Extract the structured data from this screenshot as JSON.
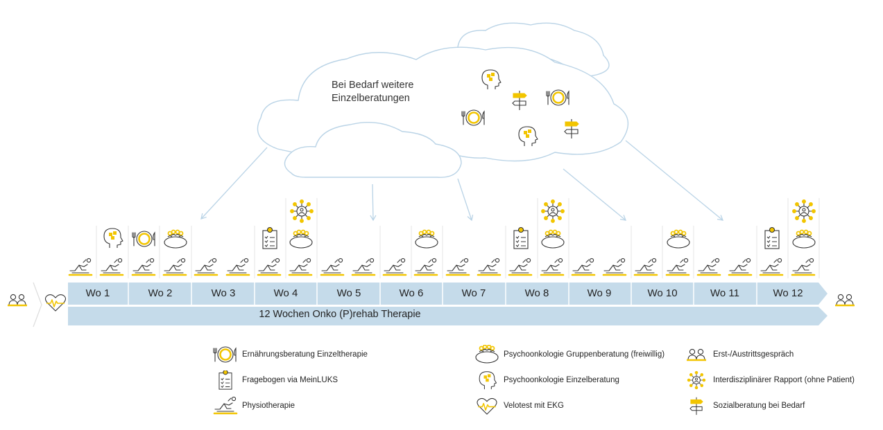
{
  "cloud_text": "Bei Bedarf weitere\nEinzelberatungen",
  "weeks": [
    "Wo 1",
    "Wo 2",
    "Wo 3",
    "Wo 4",
    "Wo 5",
    "Wo 6",
    "Wo 7",
    "Wo 8",
    "Wo 9",
    "Wo 10",
    "Wo 11",
    "Wo 12"
  ],
  "program_label": "12 Wochen Onko (P)rehab Therapie",
  "legend": {
    "nutrition": "Ernährungsberatung Einzeltherapie",
    "questionnaire": "Fragebogen via MeinLUKS",
    "physio": "Physiotherapie",
    "group": "Psychoonkologie Gruppenberatung (freiwillig)",
    "psycho_single": "Psychoonkologie Einzelberatung",
    "velotest": "Velotest mit EKG",
    "entry_exit": "Erst-/Austrittsgespräch",
    "rapport": "Interdisziplinärer Rapport (ohne Patient)",
    "social": "Sozialberatung bei Bedarf"
  },
  "colors": {
    "accent": "#f2c500",
    "bar": "#c5dbea",
    "line": "#b9d3e6",
    "ink": "#333333"
  }
}
